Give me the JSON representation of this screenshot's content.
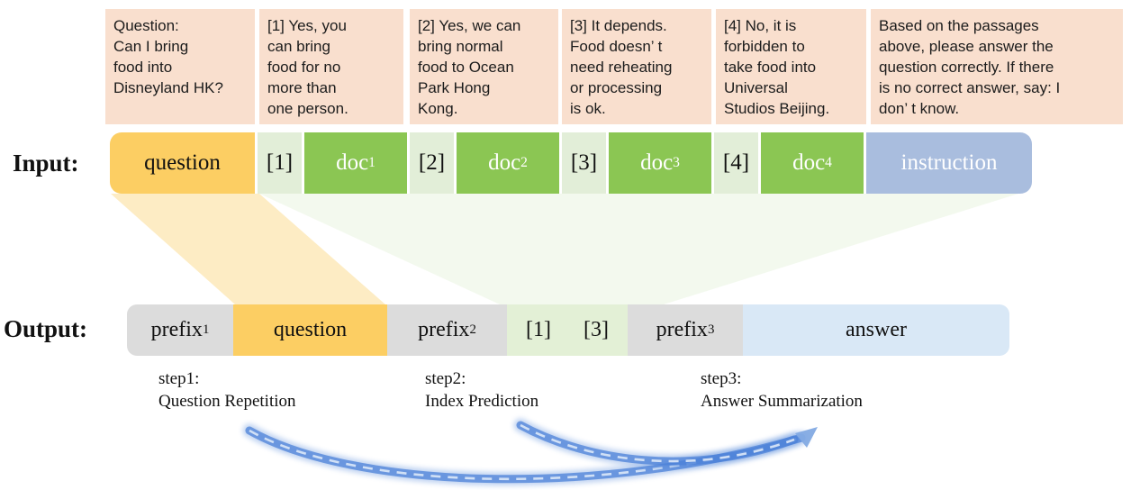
{
  "passages": [
    {
      "text": "Question:\nCan I bring\nfood into\nDisneyland HK?"
    },
    {
      "text": "[1] Yes, you\ncan bring\nfood for no\nmore than\none person."
    },
    {
      "text": "[2] Yes, we can\nbring normal\nfood to Ocean\nPark Hong\nKong."
    },
    {
      "text": "[3] It depends.\nFood doesn’ t\nneed reheating\nor processing\nis ok."
    },
    {
      "text": "[4] No, it is\nforbidden to\ntake food into\nUniversal\nStudios Beijing."
    },
    {
      "text": "Based on the passages\nabove, please answer the\nquestion correctly. If there\nis no correct answer, say: I\ndon’ t know."
    }
  ],
  "input_row": {
    "label": "Input:",
    "segments": [
      {
        "base": "question",
        "sub": ""
      },
      {
        "base": "[1]",
        "sub": ""
      },
      {
        "base": "doc",
        "sub": "1"
      },
      {
        "base": "[2]",
        "sub": ""
      },
      {
        "base": "doc",
        "sub": "2"
      },
      {
        "base": "[3]",
        "sub": ""
      },
      {
        "base": "doc",
        "sub": "3"
      },
      {
        "base": "[4]",
        "sub": ""
      },
      {
        "base": "doc",
        "sub": "4"
      },
      {
        "base": "instruction",
        "sub": ""
      }
    ]
  },
  "output_row": {
    "label": "Output:",
    "segments": [
      {
        "base": "prefix",
        "sub": "1"
      },
      {
        "base": "question",
        "sub": ""
      },
      {
        "base": "prefix",
        "sub": "2"
      },
      {
        "a": "[1]",
        "b": "[3]"
      },
      {
        "base": "prefix",
        "sub": "3"
      },
      {
        "base": "answer",
        "sub": ""
      }
    ]
  },
  "steps": [
    {
      "title": "step1:",
      "name": "Question Repetition"
    },
    {
      "title": "step2:",
      "name": "Index Prediction"
    },
    {
      "title": "step3:",
      "name": "Answer Summarization"
    }
  ],
  "colors": {
    "passage_bg": "#F9DFCE",
    "question_yellow": "#FCCE63",
    "doc_green": "#8BC653",
    "index_green": "#E2EED8",
    "out_index_green": "#E3F0D6",
    "instruction_blue": "#A9BDDE",
    "prefix_gray": "#DCDCDC",
    "answer_blue": "#D9E8F6",
    "arrow_blue": "#4C82D8",
    "arrow_dash": "#D6E4F7",
    "beam_yellow": "#FBCE63",
    "beam_green": "#8DC758"
  }
}
